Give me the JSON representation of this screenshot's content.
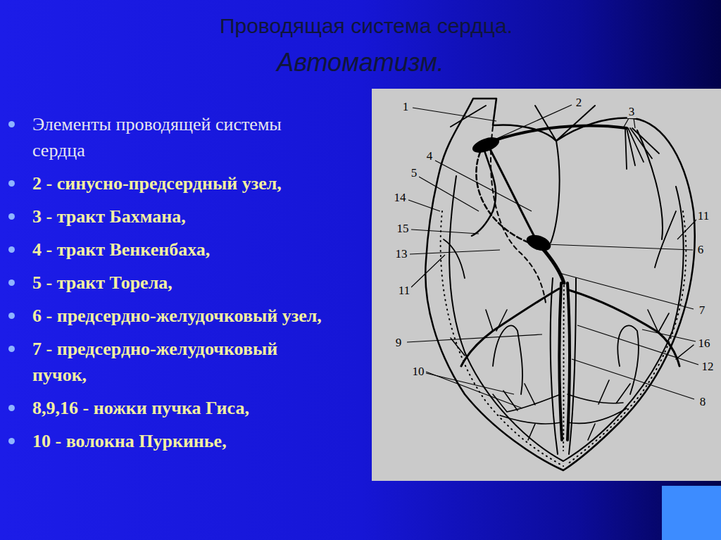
{
  "diagram": {
    "title": "Проводящая система сердца.",
    "labels": [
      "Автоматизм.",
      "Элементы проводящей системы сердца",
      "2 - синусно-предсердный узел,",
      "3 - тракт Бахмана,",
      "4 - тракт Венкенбаха,",
      "5 - тракт Торела,",
      "6 - предсердно-желудочковый узел,",
      "7 - предсердно-желудочковый пучок,",
      "8,9,16 - ножки пучка Гиса,",
      "10 - волокна Пуркинье,",
      "1",
      "2",
      "3",
      "4",
      "5",
      "14",
      "11",
      "15",
      "6",
      "13",
      "11",
      "7",
      "9",
      "16",
      "12",
      "10",
      "8"
    ]
  }
}
